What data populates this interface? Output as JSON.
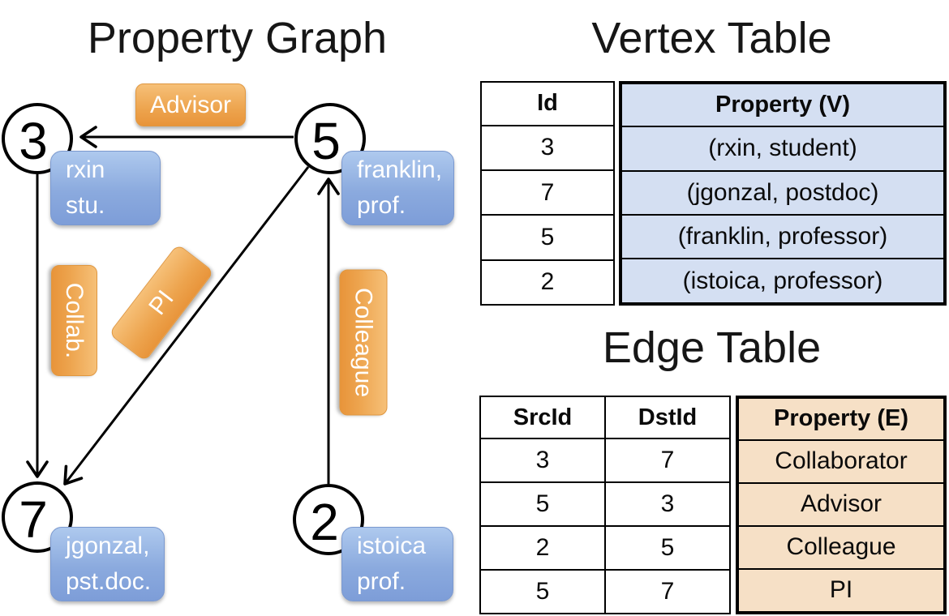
{
  "graph": {
    "title": "Property Graph",
    "nodes": [
      {
        "id": "3",
        "label_lines": [
          "rxin",
          "stu."
        ]
      },
      {
        "id": "5",
        "label_lines": [
          "franklin,",
          "prof."
        ]
      },
      {
        "id": "7",
        "label_lines": [
          "jgonzal,",
          "pst.doc."
        ]
      },
      {
        "id": "2",
        "label_lines": [
          "istoica",
          "prof."
        ]
      }
    ],
    "edge_labels": {
      "advisor": "Advisor",
      "collab": "Collab.",
      "pi": "PI",
      "colleague": "Colleague"
    },
    "edges": [
      {
        "from": "5",
        "to": "3",
        "label": "Advisor"
      },
      {
        "from": "3",
        "to": "7",
        "label": "Collab."
      },
      {
        "from": "5",
        "to": "7",
        "label": "PI"
      },
      {
        "from": "2",
        "to": "5",
        "label": "Colleague"
      }
    ]
  },
  "vertex_table": {
    "title": "Vertex Table",
    "id_header": "Id",
    "property_header": "Property (V)",
    "rows": [
      {
        "id": "3",
        "property": "(rxin, student)"
      },
      {
        "id": "7",
        "property": "(jgonzal, postdoc)"
      },
      {
        "id": "5",
        "property": "(franklin, professor)"
      },
      {
        "id": "2",
        "property": "(istoica, professor)"
      }
    ]
  },
  "edge_table": {
    "title": "Edge Table",
    "src_header": "SrcId",
    "dst_header": "DstId",
    "property_header": "Property (E)",
    "rows": [
      {
        "src": "3",
        "dst": "7",
        "property": "Collaborator"
      },
      {
        "src": "5",
        "dst": "3",
        "property": "Advisor"
      },
      {
        "src": "2",
        "dst": "5",
        "property": "Colleague"
      },
      {
        "src": "5",
        "dst": "7",
        "property": "PI"
      }
    ]
  },
  "colors": {
    "edge_pill_orange": "#eda44e",
    "vertex_pill_blue": "#8baade",
    "vertex_table_fill": "#d4dff2",
    "edge_table_fill": "#f6e0c6",
    "line_black": "#000000",
    "background": "#ffffff"
  }
}
